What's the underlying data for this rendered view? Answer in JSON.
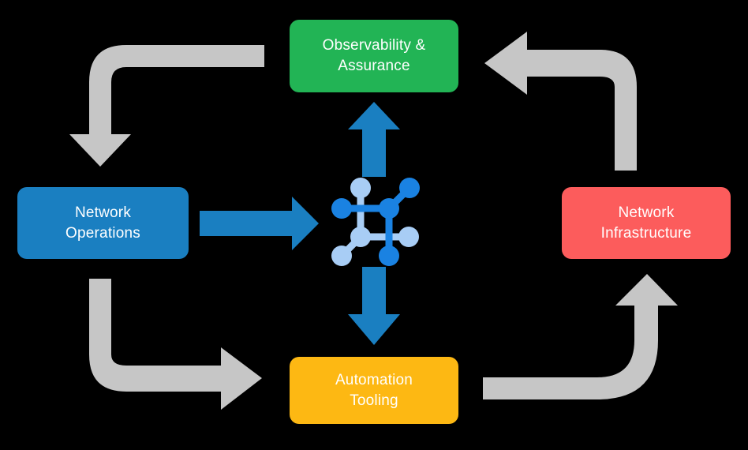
{
  "diagram": {
    "title": "Network automation lifecycle cycle diagram",
    "background_color": "#000000",
    "center_icon": {
      "name": "network-topology-icon",
      "primary_color": "#1a82e2",
      "secondary_color": "#a8cdf5"
    },
    "nodes": [
      {
        "id": "observability",
        "label": "Observability &\nAssurance",
        "color": "#22b455",
        "text_color": "#ffffff",
        "position": "top"
      },
      {
        "id": "operations",
        "label": "Network\nOperations",
        "color": "#1a7fc1",
        "text_color": "#ffffff",
        "position": "left"
      },
      {
        "id": "infrastructure",
        "label": "Network\nInfrastructure",
        "color": "#fc5c5c",
        "text_color": "#ffffff",
        "position": "right"
      },
      {
        "id": "automation",
        "label": "Automation\nTooling",
        "color": "#fdb813",
        "text_color": "#ffffff",
        "position": "bottom"
      }
    ],
    "center_arrows": [
      {
        "id": "arrow-operations-to-center",
        "direction": "right",
        "color": "#1a7fc1"
      },
      {
        "id": "arrow-center-to-observability",
        "direction": "up",
        "color": "#1a7fc1"
      },
      {
        "id": "arrow-center-to-automation",
        "direction": "down",
        "color": "#1a7fc1"
      }
    ],
    "cycle_arrows": [
      {
        "id": "arrow-observability-to-operations",
        "color": "#c6c6c6",
        "from": "observability",
        "to": "operations"
      },
      {
        "id": "arrow-infrastructure-to-observability",
        "color": "#c6c6c6",
        "from": "infrastructure",
        "to": "observability"
      },
      {
        "id": "arrow-operations-to-automation",
        "color": "#c6c6c6",
        "from": "operations",
        "to": "automation"
      },
      {
        "id": "arrow-automation-to-infrastructure",
        "color": "#c6c6c6",
        "from": "automation",
        "to": "infrastructure"
      }
    ]
  }
}
